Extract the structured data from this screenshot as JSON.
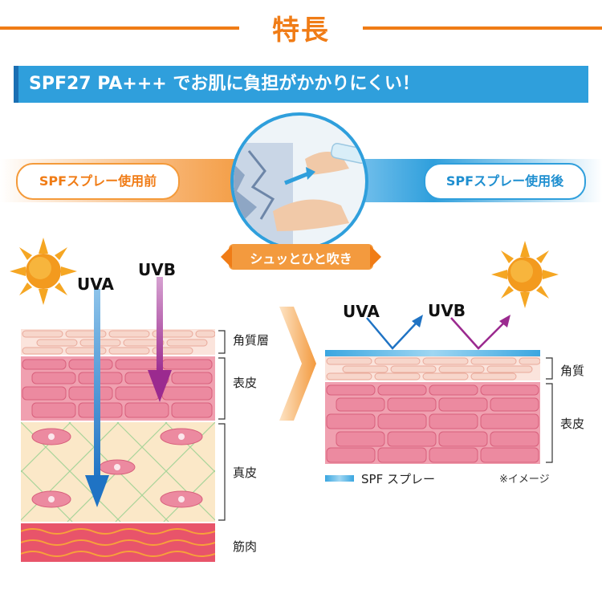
{
  "header": {
    "title": "特長",
    "banner": "SPF27 PA+++ でお肌に負担がかかりにくい！"
  },
  "comparison": {
    "before_label": "SPFスプレー使用前",
    "after_label": "SPFスプレー使用後",
    "action_label": "シュッとひと吹き"
  },
  "left_diagram": {
    "uva": "UVA",
    "uvb": "UVB",
    "layers": [
      "角質層",
      "表皮",
      "真皮",
      "筋肉"
    ]
  },
  "right_diagram": {
    "uva": "UVA",
    "uvb": "UVB",
    "layers": [
      "角質",
      "表皮"
    ],
    "legend": "SPF スプレー",
    "note": "※イメージ"
  },
  "colors": {
    "orange": "#f07c16",
    "blue": "#2f9fdc",
    "uva_arrow": "#1f73c4",
    "uvb_arrow": "#9b2a8f"
  }
}
